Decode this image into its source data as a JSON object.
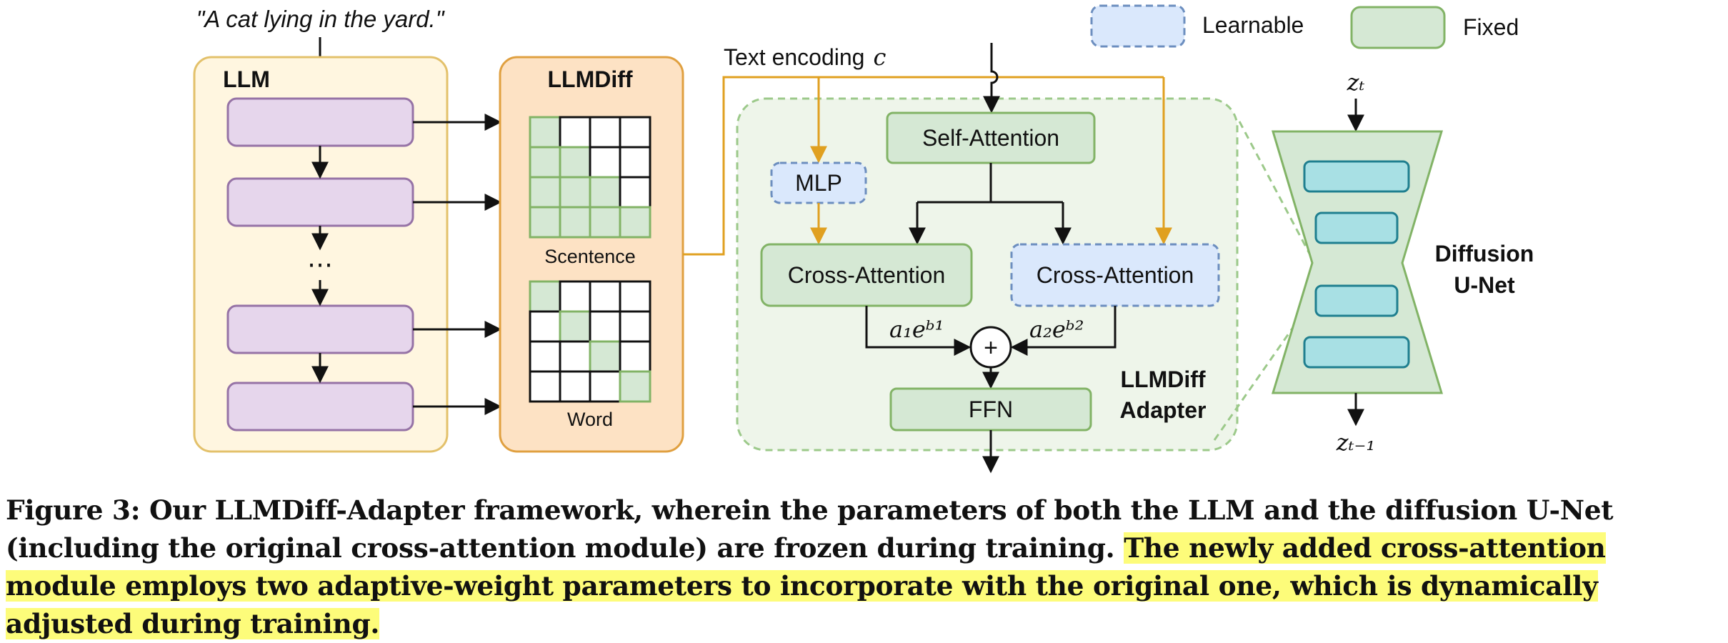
{
  "prompt": "\"A cat lying in the yard.\"",
  "legend": {
    "learnable": "Learnable",
    "fixed": "Fixed"
  },
  "llm": {
    "title": "LLM",
    "dots": "⋮"
  },
  "llmdiff": {
    "title": "LLMDiff",
    "sentence_label": "Scentence",
    "word_label": "Word"
  },
  "text_encoding": {
    "label": "Text encoding",
    "var": "c"
  },
  "adapter": {
    "self_attention": "Self-Attention",
    "mlp": "MLP",
    "cross_attention_orig": "Cross-Attention",
    "cross_attention_new": "Cross-Attention",
    "weight1": "a₁eᵇ¹",
    "weight2": "a₂eᵇ²",
    "plus": "+",
    "ffn": "FFN",
    "title_line1": "LLMDiff",
    "title_line2": "Adapter"
  },
  "unet": {
    "title_line1": "Diffusion",
    "title_line2": "U-Net",
    "z_in": "zₜ",
    "z_out": "zₜ₋₁"
  },
  "caption": {
    "part1": "Figure 3: Our LLMDiff-Adapter framework, wherein the parameters of both the LLM and the diffusion U-Net (including the original cross-attention module) are frozen during training. ",
    "highlight": "The newly added cross-attention module employs two adaptive-weight parameters to incorporate with the original one, which is dynamically adjusted during training."
  },
  "colors": {
    "llm_bg": "#fff6e0",
    "llm_border": "#e3c16b",
    "llm_block": "#e6d6ec",
    "llm_block_border": "#9673a6",
    "llmdiff_bg": "#fde2c4",
    "llmdiff_border": "#e0a040",
    "fixed_fill": "#d5e8d4",
    "fixed_border": "#82b366",
    "learnable_fill": "#dae8fc",
    "learnable_border": "#6c8ebf",
    "adapter_bg": "#eef5ea",
    "encoding_line": "#e0a020",
    "unet_inner": "#a8e0e4",
    "unet_inner_border": "#1f7f8f",
    "highlight": "#fdfc7a"
  },
  "matrices": {
    "sentence": [
      [
        1,
        0,
        0,
        0
      ],
      [
        1,
        1,
        0,
        0
      ],
      [
        1,
        1,
        1,
        0
      ],
      [
        1,
        1,
        1,
        1
      ]
    ],
    "word": [
      [
        1,
        0,
        0,
        0
      ],
      [
        0,
        1,
        0,
        0
      ],
      [
        0,
        0,
        1,
        0
      ],
      [
        0,
        0,
        0,
        1
      ]
    ]
  }
}
